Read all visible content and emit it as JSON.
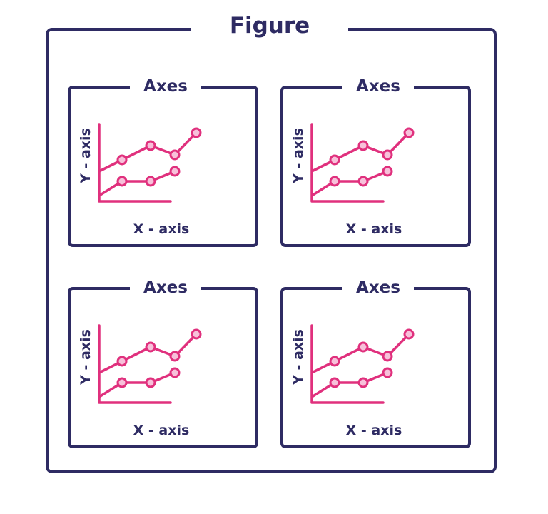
{
  "figure": {
    "title": "Figure"
  },
  "panels": [
    {
      "title": "Axes",
      "xlabel": "X - axis",
      "ylabel": "Y - axis"
    },
    {
      "title": "Axes",
      "xlabel": "X - axis",
      "ylabel": "Y - axis"
    },
    {
      "title": "Axes",
      "xlabel": "X - axis",
      "ylabel": "Y - axis"
    },
    {
      "title": "Axes",
      "xlabel": "X - axis",
      "ylabel": "Y - axis"
    }
  ],
  "colors": {
    "frame": "#2e2b63",
    "plot": "#e0307d",
    "marker_fill": "#f7c1da",
    "background": "#ffffff"
  }
}
